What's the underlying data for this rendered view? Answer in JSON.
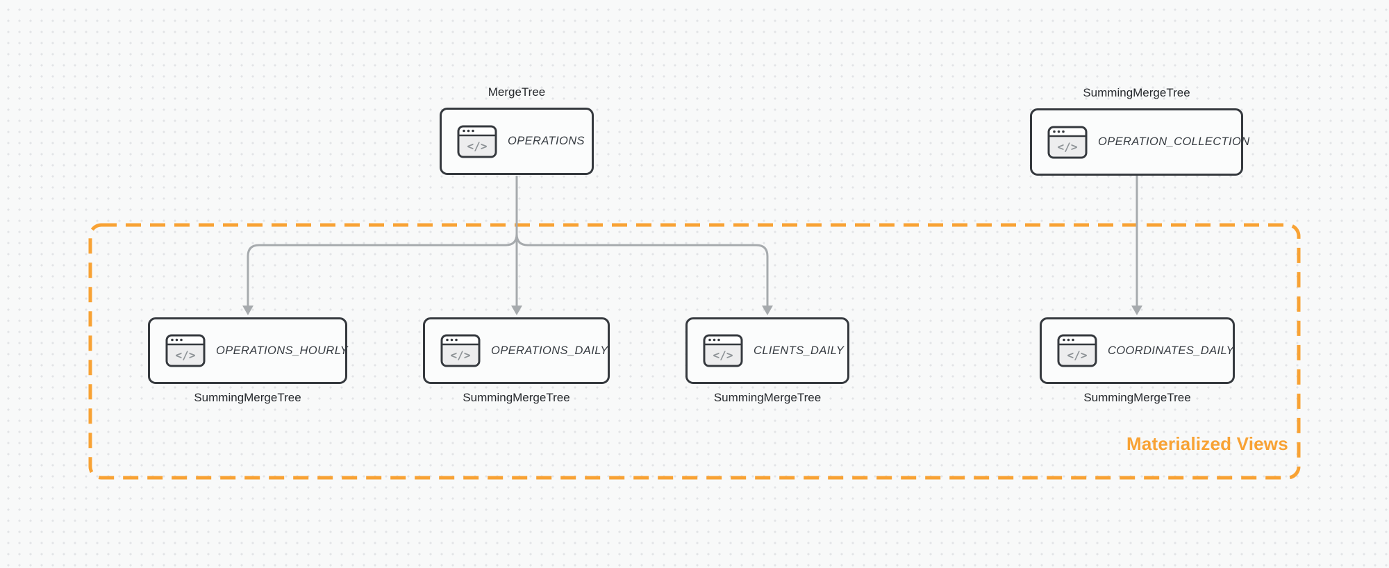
{
  "theme": {
    "background": "#f8f9f9",
    "grid-dot": "#e2e4e6",
    "accent-orange": "#F8A234",
    "node-border": "#35393E",
    "node-fill": "#fbfcfc",
    "node-text": "#363B41",
    "engine-text": "#26292D",
    "arrow": "#A6AAAD",
    "icon-glyph": "#8D9296",
    "icon-fill": "#EDEDEE"
  },
  "diagram": {
    "group": {
      "label": "Materialized Views"
    },
    "icons": {
      "node_icon": {
        "name": "code-window-icon",
        "glyph": "</>"
      }
    },
    "nodes": [
      {
        "title": "OPERATIONS",
        "engine": "MergeTree",
        "engine_label_position": "above",
        "icon": "code-window-icon"
      },
      {
        "title": "OPERATION_COLLECTION",
        "engine": "SummingMergeTree",
        "engine_label_position": "above",
        "icon": "code-window-icon"
      },
      {
        "title": "OPERATIONS_HOURLY",
        "engine": "SummingMergeTree",
        "engine_label_position": "below",
        "icon": "code-window-icon"
      },
      {
        "title": "OPERATIONS_DAILY",
        "engine": "SummingMergeTree",
        "engine_label_position": "below",
        "icon": "code-window-icon"
      },
      {
        "title": "CLIENTS_DAILY",
        "engine": "SummingMergeTree",
        "engine_label_position": "below",
        "icon": "code-window-icon"
      },
      {
        "title": "COORDINATES_DAILY",
        "engine": "SummingMergeTree",
        "engine_label_position": "below",
        "icon": "code-window-icon"
      }
    ],
    "edges": [
      {
        "from": "OPERATIONS",
        "to": "OPERATIONS_HOURLY"
      },
      {
        "from": "OPERATIONS",
        "to": "OPERATIONS_DAILY"
      },
      {
        "from": "OPERATIONS",
        "to": "CLIENTS_DAILY"
      },
      {
        "from": "OPERATION_COLLECTION",
        "to": "COORDINATES_DAILY"
      }
    ]
  }
}
